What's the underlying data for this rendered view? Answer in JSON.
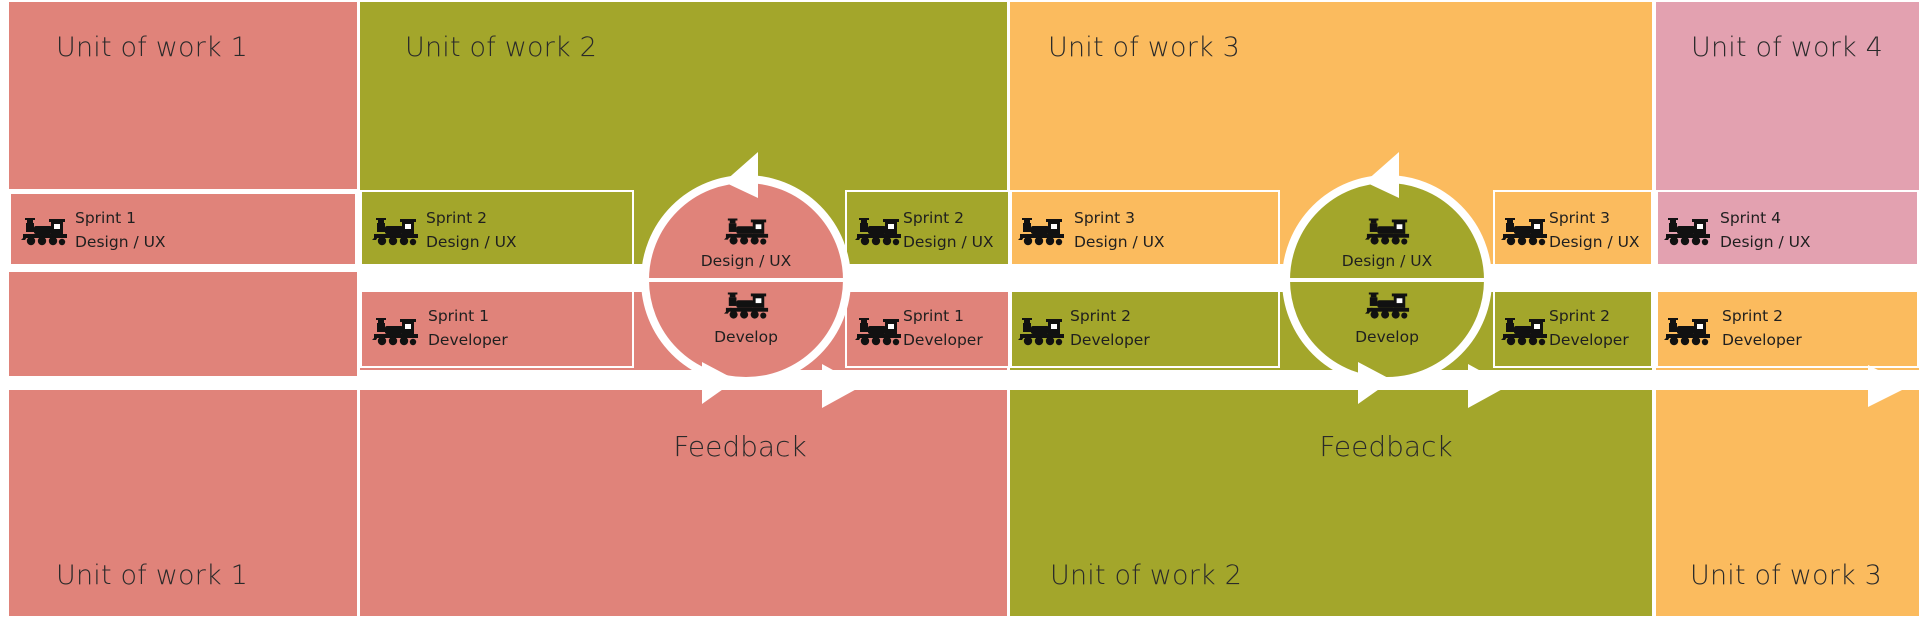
{
  "colors": {
    "salmon": "#e0837a",
    "olive": "#a3a62b",
    "orange": "#fbbb5e",
    "pink": "#e3a1b0",
    "white": "#ffffff",
    "ink": "#1f1f1f"
  },
  "top_row": {
    "units": [
      {
        "label": "Unit of work 1"
      },
      {
        "label": "Unit of work 2"
      },
      {
        "label": "Unit of work 3"
      },
      {
        "label": "Unit of work 4"
      }
    ]
  },
  "bottom_row": {
    "units": [
      {
        "label": "Unit of work 1"
      },
      {
        "label": "Unit of work 2"
      },
      {
        "label": "Unit of work 3"
      }
    ]
  },
  "sprints": [
    {
      "line1": "Sprint 1",
      "line2": "Design / UX",
      "icon": "train-icon"
    },
    {
      "line1": "Sprint 2",
      "line2": "Design / UX",
      "icon": "train-icon"
    },
    {
      "line1": "Sprint 1",
      "line2": "Developer",
      "icon": "train-icon"
    },
    {
      "line1": "Sprint 2",
      "line2": "Design / UX",
      "icon": "train-icon"
    },
    {
      "line1": "Sprint 1",
      "line2": "Developer",
      "icon": "train-icon"
    },
    {
      "line1": "Sprint 3",
      "line2": "Design / UX",
      "icon": "train-icon"
    },
    {
      "line1": "Sprint 2",
      "line2": "Developer",
      "icon": "train-icon"
    },
    {
      "line1": "Sprint 3",
      "line2": "Design / UX",
      "icon": "train-icon"
    },
    {
      "line1": "Sprint 2",
      "line2": "Developer",
      "icon": "train-icon"
    },
    {
      "line1": "Sprint 4",
      "line2": "Design / UX",
      "icon": "train-icon"
    },
    {
      "line1": "Sprint 2",
      "line2": "Developer",
      "icon": "train-icon"
    }
  ],
  "cycles": [
    {
      "top_label": "Design / UX",
      "bottom_label": "Develop",
      "caption": "Feedback"
    },
    {
      "top_label": "Design / UX",
      "bottom_label": "Develop",
      "caption": "Feedback"
    }
  ]
}
